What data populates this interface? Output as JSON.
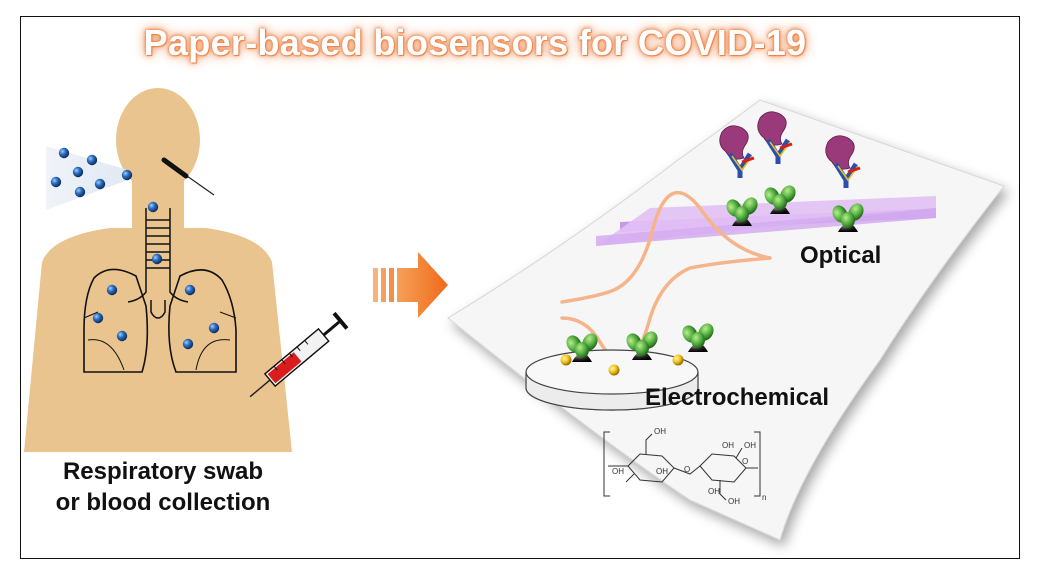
{
  "title": "Paper-based biosensors for  COVID-19",
  "left_caption": [
    "Respiratory swab",
    "or blood collection"
  ],
  "labels": {
    "optical": "Optical",
    "electrochemical": "Electrochemical"
  },
  "chem_labels": {
    "oh": "OH",
    "o": "O",
    "n": "n"
  },
  "colors": {
    "skin": "#e9c48f",
    "title_glow": "#ee8a4f",
    "arrow": "#f07a2a",
    "virus": "#2f6fc0",
    "optical_film": "#dcb6f2",
    "wave": "#f5b48a",
    "blood": "#d91c1c",
    "antibody_green": "#4aa83a",
    "antigen_purple": "#9a3a7a"
  }
}
